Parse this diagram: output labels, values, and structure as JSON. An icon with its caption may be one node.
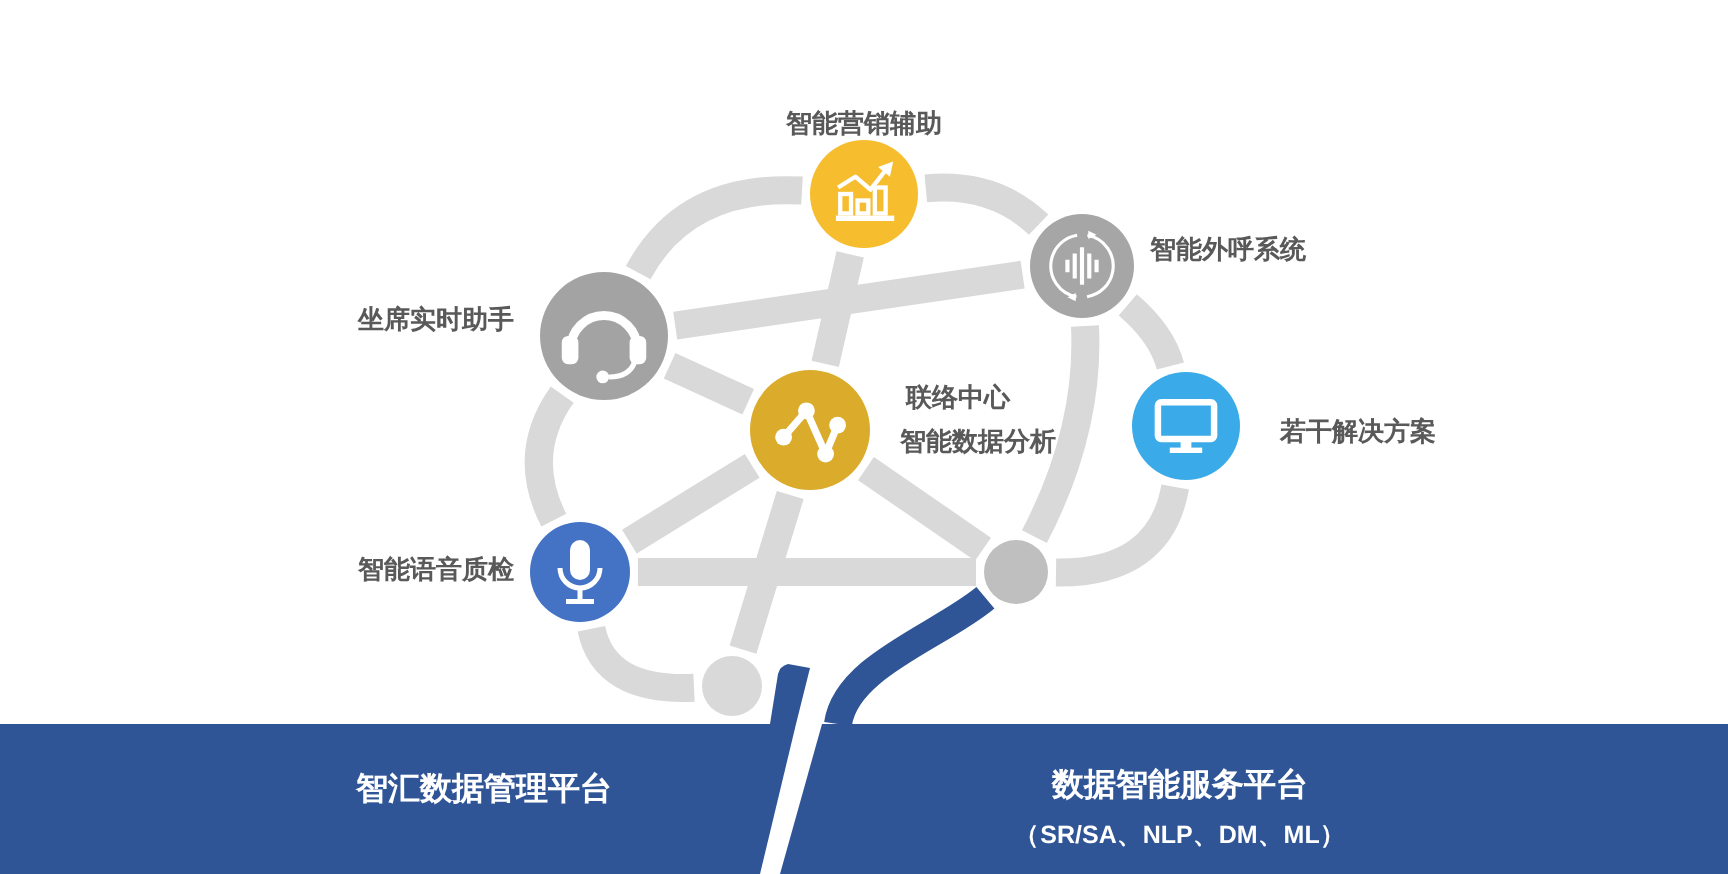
{
  "diagram": {
    "nodes": [
      {
        "text": [
          "智能营销辅助"
        ]
      },
      {
        "text": [
          "智能外呼系统"
        ]
      },
      {
        "text": [
          "坐席实时助手"
        ]
      },
      {
        "text": [
          "联络中心",
          "智能数据分析"
        ]
      },
      {
        "text": [
          "若干解决方案"
        ]
      },
      {
        "text": [
          "智能语音质检"
        ]
      },
      {
        "text": [],
        "shape": "circle"
      },
      {
        "text": [],
        "shape": "circle"
      },
      {
        "text": [
          "智汇数据管理平台"
        ]
      },
      {
        "text": [
          "数据智能服务平台",
          "（SR/SA、NLP、DM、ML）"
        ]
      }
    ],
    "edges": [
      {
        "from": 2,
        "to": 0,
        "arrow": "none"
      },
      {
        "from": 0,
        "to": 1,
        "arrow": "none"
      },
      {
        "from": 1,
        "to": 4,
        "arrow": "none"
      },
      {
        "from": 4,
        "to": 6,
        "arrow": "none"
      },
      {
        "from": 2,
        "to": 1,
        "arrow": "none"
      },
      {
        "from": 0,
        "to": 3,
        "arrow": "none"
      },
      {
        "from": 3,
        "to": 7,
        "arrow": "none"
      },
      {
        "from": 2,
        "to": 3,
        "arrow": "none"
      },
      {
        "from": 2,
        "to": 5,
        "arrow": "none"
      },
      {
        "from": 5,
        "to": 7,
        "arrow": "none"
      },
      {
        "from": 5,
        "to": 6,
        "arrow": "none"
      },
      {
        "from": 3,
        "to": 5,
        "arrow": "none"
      },
      {
        "from": 3,
        "to": 6,
        "arrow": "none"
      },
      {
        "from": 1,
        "to": 6,
        "arrow": "none"
      },
      {
        "from": 9,
        "to": 6,
        "arrow": "none",
        "color": "#2f5597"
      }
    ]
  }
}
